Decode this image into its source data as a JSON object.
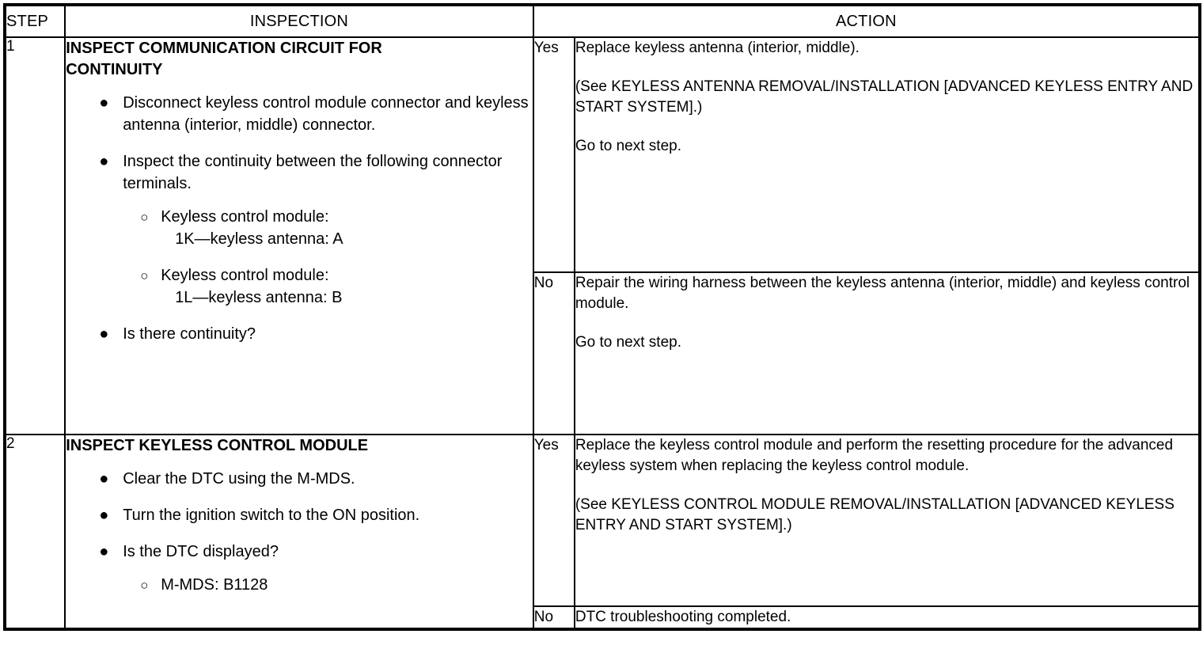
{
  "table": {
    "headers": {
      "step": "STEP",
      "inspection": "INSPECTION",
      "action": "ACTION"
    },
    "rows": [
      {
        "step": "1",
        "inspection": {
          "title": "INSPECT COMMUNICATION CIRCUIT FOR CONTINUITY",
          "bullets": [
            {
              "marker": "filled-bullet",
              "text": "Disconnect keyless control module connector and keyless antenna (interior, middle) connector."
            },
            {
              "marker": "filled-bullet",
              "text": "Inspect the continuity between the following connector terminals.",
              "subitems": [
                {
                  "marker": "hollow-bullet",
                  "line1": "Keyless control module:",
                  "line2": "1K—keyless antenna: A"
                },
                {
                  "marker": "hollow-bullet",
                  "line1": "Keyless control module:",
                  "line2": "1L—keyless antenna: B"
                }
              ]
            },
            {
              "marker": "filled-bullet",
              "text": "Is there continuity?"
            }
          ]
        },
        "outcomes": [
          {
            "judgement": "Yes",
            "paragraphs": [
              "Replace keyless antenna (interior, middle).",
              "(See KEYLESS ANTENNA REMOVAL/INSTALLATION [ADVANCED KEYLESS ENTRY AND START SYSTEM].)",
              "Go to next step."
            ]
          },
          {
            "judgement": "No",
            "paragraphs": [
              "Repair the wiring harness between the keyless antenna (interior, middle) and keyless control module.",
              "Go to next step."
            ]
          }
        ]
      },
      {
        "step": "2",
        "inspection": {
          "title": "INSPECT KEYLESS CONTROL MODULE",
          "bullets": [
            {
              "marker": "filled-bullet",
              "text": "Clear the DTC using the M-MDS."
            },
            {
              "marker": "filled-bullet",
              "text": "Turn the ignition switch to the ON position."
            },
            {
              "marker": "filled-bullet",
              "text": "Is the DTC displayed?",
              "subitems": [
                {
                  "marker": "hollow-bullet",
                  "line1": "M-MDS: B1128",
                  "line2": ""
                }
              ]
            }
          ]
        },
        "outcomes": [
          {
            "judgement": "Yes",
            "paragraphs": [
              "Replace the keyless control module and perform the resetting procedure for the advanced keyless system when replacing the keyless control module.",
              "(See KEYLESS CONTROL MODULE REMOVAL/INSTALLATION [ADVANCED KEYLESS ENTRY AND START SYSTEM].)"
            ]
          },
          {
            "judgement": "No",
            "paragraphs": [
              "DTC troubleshooting completed."
            ]
          }
        ]
      }
    ]
  },
  "glyphs": {
    "filled_bullet": "●",
    "hollow_bullet": "○"
  }
}
